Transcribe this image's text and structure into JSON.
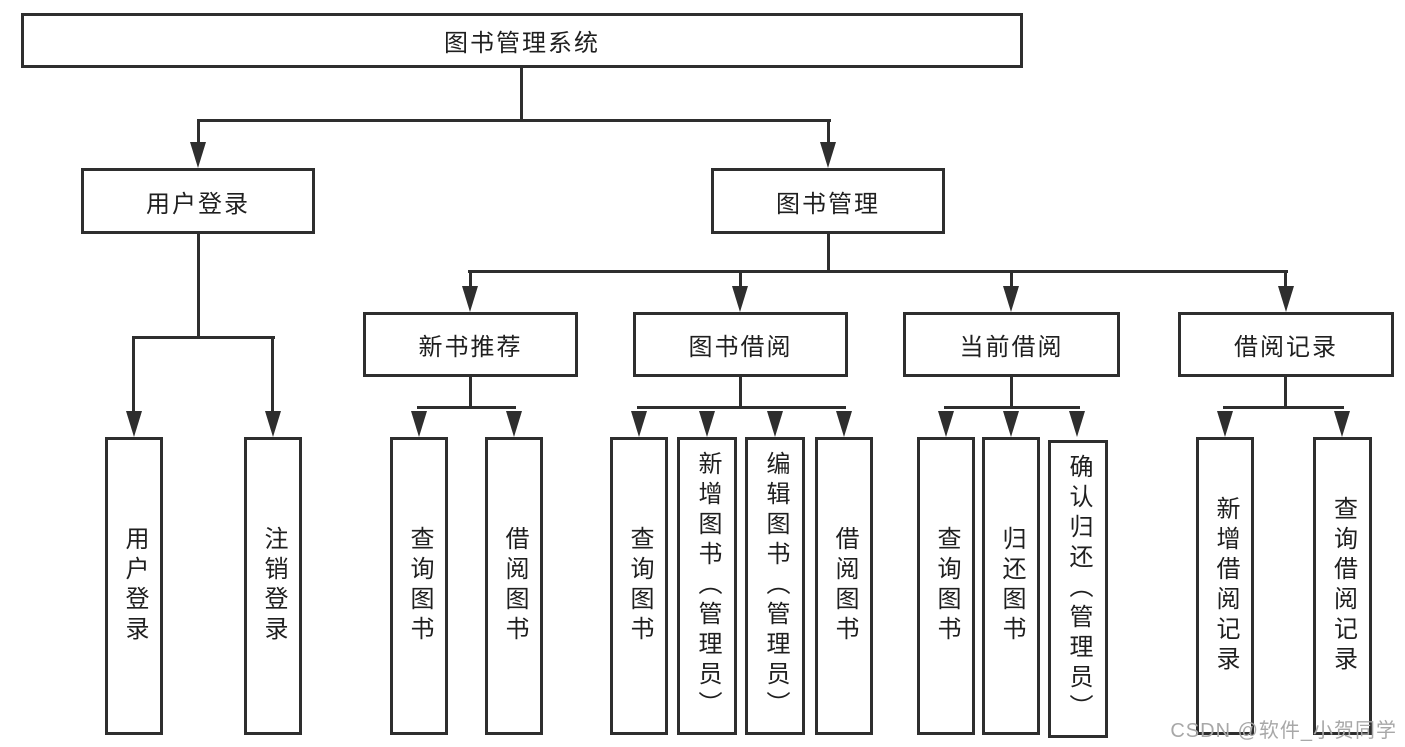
{
  "tree": {
    "root": {
      "label": "图书管理系统",
      "children": [
        {
          "label": "用户登录",
          "children": [
            {
              "label": "用户登录"
            },
            {
              "label": "注销登录"
            }
          ]
        },
        {
          "label": "图书管理",
          "children": [
            {
              "label": "新书推荐",
              "children": [
                {
                  "label": "查询图书"
                },
                {
                  "label": "借阅图书"
                }
              ]
            },
            {
              "label": "图书借阅",
              "children": [
                {
                  "label": "查询图书"
                },
                {
                  "label": "新增图书（管理员）"
                },
                {
                  "label": "编辑图书（管理员）"
                },
                {
                  "label": "借阅图书"
                }
              ]
            },
            {
              "label": "当前借阅",
              "children": [
                {
                  "label": "查询图书"
                },
                {
                  "label": "归还图书"
                },
                {
                  "label": "确认归还（管理员）"
                }
              ]
            },
            {
              "label": "借阅记录",
              "children": [
                {
                  "label": "新增借阅记录"
                },
                {
                  "label": "查询借阅记录"
                }
              ]
            }
          ]
        }
      ]
    }
  },
  "watermark": {
    "text": "CSDN @软件_小贺同学"
  },
  "colors": {
    "line": "#2e2e2e",
    "text": "#1f1f1f",
    "watermark": "#a8a8a8",
    "background": "#ffffff"
  }
}
